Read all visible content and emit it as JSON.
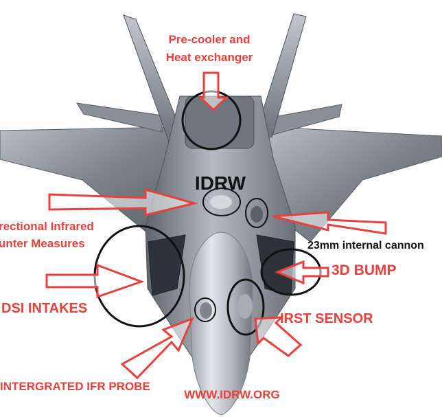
{
  "watermark": "IDRW",
  "website": "WWW.IDRW.ORG",
  "colors": {
    "label_red": "#e8403c",
    "annotation_black": "#111111",
    "arrow_outline": "#e8403c",
    "aircraft_body": "#8d939a"
  },
  "labels": {
    "precooler_line1": "Pre-cooler and",
    "precooler_line2": "Heat exchanger",
    "dircm_line1": "rectional Infrared",
    "dircm_line2": "unter Measures",
    "cannon": "23mm internal cannon",
    "bump": "3D BUMP",
    "dsi": "DSI INTAKES",
    "irst": "IRST SENSOR",
    "ifr": "INTERGRATED IFR PROBE"
  },
  "icons": {
    "aircraft": "stealth-fighter-illustration",
    "arrows": "hollow-arrow-icon",
    "markers": "circle-marker"
  }
}
